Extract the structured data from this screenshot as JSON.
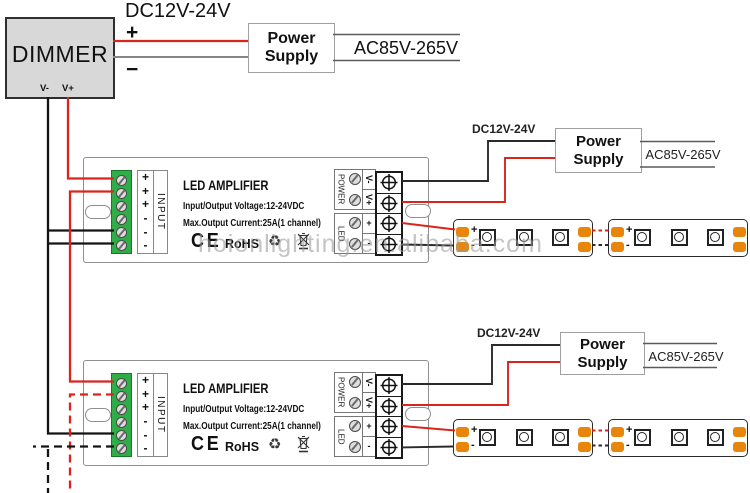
{
  "colors": {
    "wire_positive": "#d9251c",
    "wire_negative": "#141414",
    "wire_neutral": "#868686",
    "ac_line": "#5a5a5a",
    "amplifier_border": "#8f8f8f",
    "terminal_green": "#2fae47",
    "terminal_green_border": "#157a27",
    "pad_orange": "#e8860b",
    "dimmer_fill": "#d8d8d8",
    "watermark_color": "#9b9b9b"
  },
  "watermark": "hoionlighting.en.alibaba.com",
  "dimmer": {
    "label": "DIMMER",
    "neg": "V-",
    "pos": "V+"
  },
  "dc_input": {
    "label": "DC12V-24V",
    "plus": "+",
    "minus": "−"
  },
  "power_supplies": [
    {
      "label": "Power Supply",
      "ac_label": "AC85V-265V"
    },
    {
      "dc_label": "DC12V-24V",
      "label": "Power Supply",
      "ac_label": "AC85V-265V"
    },
    {
      "dc_label": "DC12V-24V",
      "label": "Power Supply",
      "ac_label": "AC85V-265V"
    }
  ],
  "amplifiers": [
    {
      "title": "LED AMPLIFIER",
      "spec_voltage": "Input/Output Voltage:12-24VDC",
      "spec_current": "Max.Output Current:25A(1 channel)",
      "ce_mark": "CE",
      "rohs": "RoHS",
      "recycle_icon": "♻",
      "input_label": "INPUT",
      "input_terminals": [
        "+",
        "+",
        "+",
        "-",
        "-",
        "-"
      ],
      "power_section": {
        "label": "POWER",
        "terminals": [
          "V-",
          "V+"
        ]
      },
      "led_section": {
        "label": "LED",
        "terminals": [
          "+",
          "-"
        ]
      }
    },
    {
      "title": "LED AMPLIFIER",
      "spec_voltage": "Input/Output Voltage:12-24VDC",
      "spec_current": "Max.Output Current:25A(1 channel)",
      "ce_mark": "CE",
      "rohs": "RoHS",
      "recycle_icon": "♻",
      "input_label": "INPUT",
      "input_terminals": [
        "+",
        "+",
        "+",
        "-",
        "-",
        "-"
      ],
      "power_section": {
        "label": "POWER",
        "terminals": [
          "V-",
          "V+"
        ]
      },
      "led_section": {
        "label": "LED",
        "terminals": [
          "+",
          "-"
        ]
      }
    }
  ],
  "led_strip": {
    "plus": "+",
    "minus": "-"
  }
}
